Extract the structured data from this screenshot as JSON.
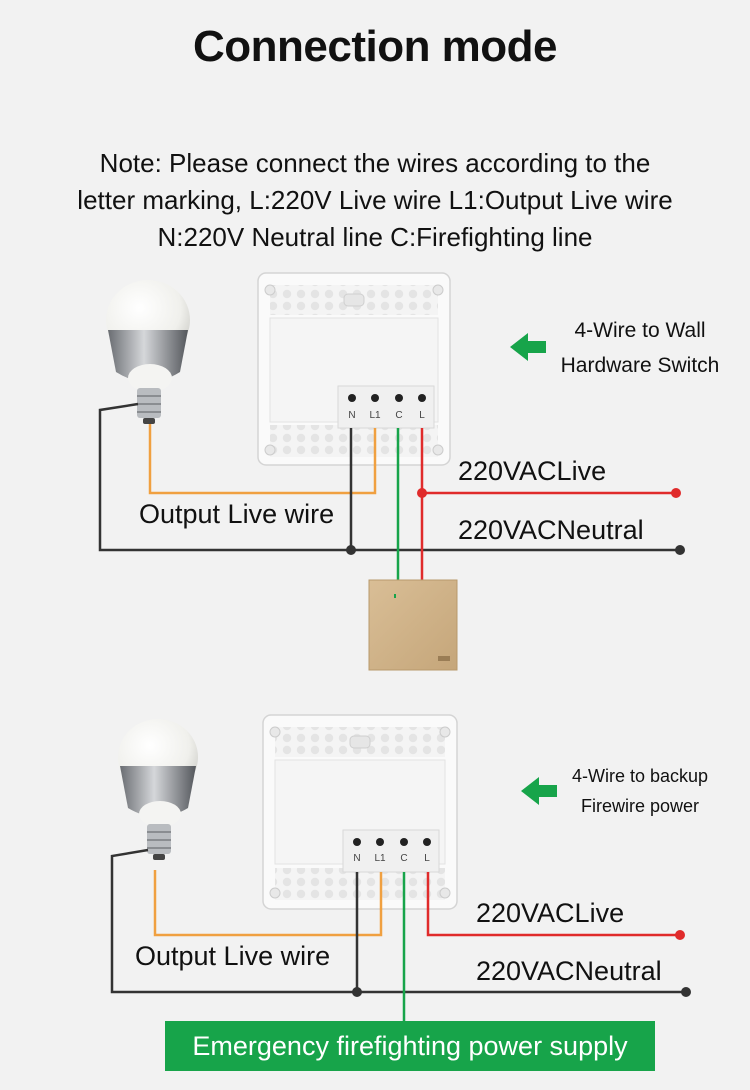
{
  "title": "Connection mode",
  "note": {
    "line1": "Note: Please connect the wires according to the",
    "line2": "letter marking, L:220V Live wire L1:Output Live wire",
    "line3": "N:220V Neutral line C:Firefighting line"
  },
  "diagram1": {
    "terminals": [
      "N",
      "L1",
      "C",
      "L"
    ],
    "side_line1": "4-Wire to Wall",
    "side_line2": "Hardware Switch",
    "live_label": "220VACLive",
    "neutral_label": "220VACNeutral",
    "output_label": "Output Live wire"
  },
  "diagram2": {
    "terminals": [
      "N",
      "L1",
      "C",
      "L"
    ],
    "side_line1": "4-Wire to backup",
    "side_line2": "Firewire power",
    "live_label": "220VACLive",
    "neutral_label": "220VACNeutral",
    "output_label": "Output Live wire"
  },
  "banner": "Emergency firefighting power supply",
  "colors": {
    "live_wire": "#e02b2b",
    "neutral_wire": "#333333",
    "output_wire": "#f0a040",
    "firefighting_wire": "#17a44a",
    "arrow": "#17a44a"
  }
}
